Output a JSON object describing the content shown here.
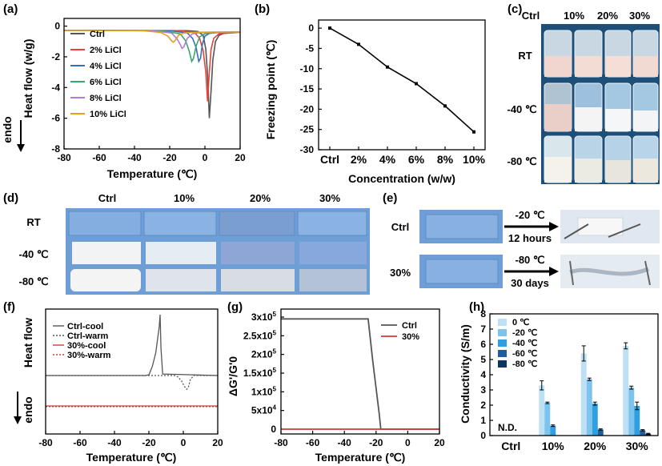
{
  "charts": {
    "a": {
      "panel_label": "(a)",
      "type": "line",
      "xlabel": "Temperature (℃)",
      "ylabel": "Heat flow (w/g)",
      "endo_label": "endo",
      "xlim": [
        -80,
        20
      ],
      "ylim": [
        -8,
        0.5
      ],
      "xticks": [
        -80,
        -60,
        -40,
        -20,
        0,
        20
      ],
      "yticks": [
        0,
        -2,
        -4,
        -6,
        -8
      ],
      "series": [
        {
          "name": "Ctrl",
          "color": "#555555",
          "x": [
            -80,
            -10,
            -4,
            -1,
            0.5,
            1.5,
            2.5,
            3.5,
            4.5,
            6,
            8,
            12,
            20
          ],
          "y": [
            -0.28,
            -0.3,
            -0.35,
            -0.6,
            -1.5,
            -3.2,
            -6.0,
            -4.2,
            -2.2,
            -1.0,
            -0.6,
            -0.42,
            -0.38
          ]
        },
        {
          "name": "2% LiCl",
          "color": "#e8403a",
          "x": [
            -80,
            -15,
            -6,
            -3,
            -1,
            0.5,
            1.5,
            2.5,
            3.5,
            5,
            8,
            20
          ],
          "y": [
            -0.28,
            -0.3,
            -0.4,
            -0.8,
            -1.6,
            -3.0,
            -4.9,
            -3.0,
            -1.5,
            -0.8,
            -0.5,
            -0.4
          ]
        },
        {
          "name": "4% LiCl",
          "color": "#3a6fb5",
          "x": [
            -80,
            -20,
            -10,
            -7,
            -5,
            -3.5,
            -2.5,
            -1.5,
            0,
            3,
            8,
            20
          ],
          "y": [
            -0.28,
            -0.3,
            -0.45,
            -0.8,
            -1.4,
            -2.3,
            -2.1,
            -1.2,
            -0.65,
            -0.45,
            -0.4,
            -0.38
          ]
        },
        {
          "name": "6% LiCl",
          "color": "#3aa86a",
          "x": [
            -80,
            -25,
            -14,
            -11,
            -9,
            -7.5,
            -6.5,
            -5,
            -3,
            0,
            8,
            20
          ],
          "y": [
            -0.28,
            -0.3,
            -0.5,
            -0.95,
            -1.6,
            -2.3,
            -2.1,
            -1.3,
            -0.7,
            -0.5,
            -0.42,
            -0.38
          ]
        },
        {
          "name": "8% LiCl",
          "color": "#b07cd8",
          "x": [
            -80,
            -30,
            -19,
            -16,
            -14,
            -13,
            -12,
            -10,
            -7,
            -3,
            8,
            20
          ],
          "y": [
            -0.28,
            -0.3,
            -0.45,
            -0.8,
            -1.2,
            -1.45,
            -1.35,
            -0.8,
            -0.5,
            -0.42,
            -0.4,
            -0.38
          ]
        },
        {
          "name": "10% LiCl",
          "color": "#e0a020",
          "x": [
            -80,
            -35,
            -25,
            -21,
            -19,
            -18,
            -17,
            -15,
            -12,
            -6,
            8,
            20
          ],
          "y": [
            -0.28,
            -0.3,
            -0.42,
            -0.65,
            -0.95,
            -1.05,
            -0.95,
            -0.6,
            -0.45,
            -0.4,
            -0.38,
            -0.38
          ]
        }
      ]
    },
    "b": {
      "panel_label": "(b)",
      "type": "line",
      "xlabel": "Concentration (w/w)",
      "ylabel": "Freezing point (℃)",
      "categories": [
        "Ctrl",
        "2%",
        "4%",
        "6%",
        "8%",
        "10%"
      ],
      "values": [
        0,
        -4,
        -9.6,
        -13.7,
        -19.2,
        -25.6
      ],
      "ylim": [
        -30,
        2
      ],
      "yticks": [
        0,
        -5,
        -10,
        -15,
        -20,
        -25,
        -30
      ],
      "color": "#000000"
    },
    "f": {
      "panel_label": "(f)",
      "type": "line",
      "xlabel": "Temperature (℃)",
      "ylabel": "Heat flow",
      "endo_label": "endo",
      "xlim": [
        -80,
        20
      ],
      "xticks": [
        -80,
        -60,
        -40,
        -20,
        0,
        20
      ],
      "series": [
        {
          "name": "Ctrl-cool",
          "color": "#555555",
          "dash": "",
          "x": [
            -80,
            -22,
            -20,
            -18,
            -16,
            -14,
            -13.5,
            -13,
            -12,
            20
          ],
          "y": [
            0,
            0,
            0.02,
            0.3,
            0.75,
            1.6,
            2.0,
            0.9,
            0.05,
            0
          ]
        },
        {
          "name": "Ctrl-warm",
          "color": "#555555",
          "dash": "2,2",
          "x": [
            -80,
            -5,
            -3,
            -1,
            0.5,
            2,
            3,
            4,
            6,
            20
          ],
          "y": [
            0,
            0,
            -0.05,
            -0.18,
            -0.35,
            -0.45,
            -0.38,
            -0.15,
            0,
            0
          ]
        },
        {
          "name": "30%-cool",
          "color": "#d23a3a",
          "dash": "",
          "x": [
            -80,
            20
          ],
          "y": [
            -1.0,
            -1.0
          ]
        },
        {
          "name": "30%-warm",
          "color": "#d23a3a",
          "dash": "2,2",
          "x": [
            -80,
            20
          ],
          "y": [
            -1.02,
            -1.02
          ]
        }
      ]
    },
    "g": {
      "panel_label": "(g)",
      "type": "line",
      "xlabel": "Temperature (℃)",
      "ylabel": "ΔG'/G'0",
      "xlim": [
        -80,
        20
      ],
      "ylim": [
        0,
        300000
      ],
      "xticks": [
        -80,
        -60,
        -40,
        -20,
        0,
        20
      ],
      "yticks": [
        0,
        50000,
        100000,
        150000,
        200000,
        250000,
        300000
      ],
      "ytick_mantissa": [
        "0",
        "5x10",
        "1x10",
        "1.5x10",
        "2x10",
        "2.5x10",
        "3x10"
      ],
      "ytick_exponent": [
        "",
        "4",
        "5",
        "5",
        "5",
        "5",
        "5"
      ],
      "series": [
        {
          "name": "Ctrl",
          "color": "#555555",
          "x": [
            -80,
            -25,
            -22,
            -20,
            -18,
            -17,
            20
          ],
          "y": [
            295000,
            295000,
            180000,
            110000,
            40000,
            0,
            0
          ]
        },
        {
          "name": "30%",
          "color": "#d23a3a",
          "x": [
            -80,
            20
          ],
          "y": [
            0,
            0
          ]
        }
      ]
    },
    "h": {
      "panel_label": "(h)",
      "type": "bar",
      "ylabel": "Conductivity (S/m)",
      "categories": [
        "Ctrl",
        "10%",
        "20%",
        "30%"
      ],
      "ylim": [
        0,
        8
      ],
      "yticks": [
        0,
        1,
        2,
        3,
        4,
        5,
        6,
        7,
        8
      ],
      "nd_label": "N.D.",
      "series": [
        {
          "name": "0 ℃",
          "color": "#bde0f4",
          "values": [
            null,
            3.3,
            5.4,
            5.9
          ],
          "errors": [
            null,
            0.3,
            0.5,
            0.2
          ]
        },
        {
          "name": "-20 ℃",
          "color": "#7cc4ee",
          "values": [
            null,
            2.15,
            3.7,
            3.15
          ],
          "errors": [
            null,
            0.05,
            0.08,
            0.1
          ]
        },
        {
          "name": "-40 ℃",
          "color": "#2e9fe0",
          "values": [
            null,
            0.65,
            2.1,
            1.95
          ],
          "errors": [
            null,
            0.05,
            0.1,
            0.25
          ]
        },
        {
          "name": "-60 ℃",
          "color": "#1f5f9e",
          "values": [
            null,
            0,
            0.4,
            0.35
          ],
          "errors": [
            null,
            0,
            0.04,
            0.04
          ]
        },
        {
          "name": "-80 ℃",
          "color": "#0e3560",
          "values": [
            null,
            0,
            0,
            0.12
          ],
          "errors": [
            null,
            0,
            0,
            0.03
          ]
        }
      ]
    }
  },
  "photos": {
    "c": {
      "panel_label": "(c)",
      "column_labels": [
        "Ctrl",
        "10%",
        "20%",
        "30%"
      ],
      "row_labels": [
        "RT",
        "-40 ℃",
        "-80 ℃"
      ]
    },
    "d": {
      "panel_label": "(d)",
      "column_labels": [
        "Ctrl",
        "10%",
        "20%",
        "30%"
      ],
      "row_labels": [
        "RT",
        "-40 ℃",
        "-80 ℃"
      ]
    },
    "e": {
      "panel_label": "(e)",
      "row_labels": [
        "Ctrl",
        "30%"
      ],
      "arrow_top": [
        "-20 ℃",
        "12 hours"
      ],
      "arrow_bottom": [
        "-80 ℃",
        "30 days"
      ]
    }
  }
}
